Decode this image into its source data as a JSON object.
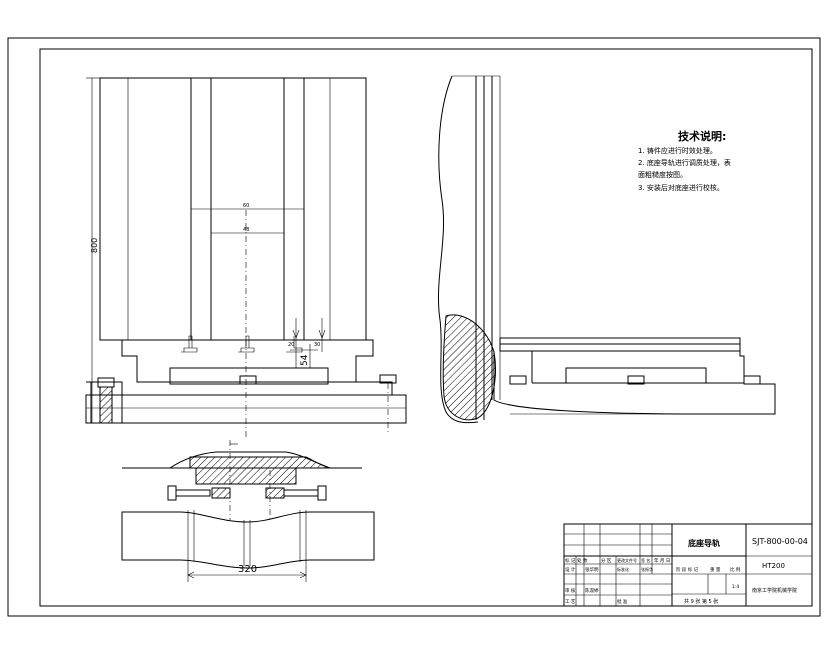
{
  "technical_notes": {
    "title": "技术说明:",
    "lines": [
      "1. 铸件应进行时效处理。",
      "2. 底座导轨进行调质处理，表",
      "面粗糙度按图。",
      "3. 安装后对底座进行校核。"
    ]
  },
  "dimensions": {
    "height_800": "800",
    "offset_54": "54",
    "span_320": "320",
    "small_1": "60",
    "small_2": "20",
    "small_3": "30",
    "small_4": "48"
  },
  "title_block": {
    "part_name": "底座导轨",
    "drawing_no": "SJT-800-00-04",
    "material": "HT200",
    "school": "南京工学院机械学院",
    "row_labels": [
      "标 记",
      "处 数",
      "分 区",
      "更改文件号",
      "签 名",
      "年 月 日"
    ],
    "design_row": [
      "设 计",
      "张华明",
      "标准化",
      "张振华"
    ],
    "review_label": "审 核",
    "review_name": "陈淑婷",
    "process_label": "工 艺",
    "approve_label": "批 准",
    "stage_labels": [
      "阶 段 标 记",
      "重 量",
      "比 例"
    ],
    "scale": "1:4",
    "sheets": "共 9 张  第 5 张"
  }
}
